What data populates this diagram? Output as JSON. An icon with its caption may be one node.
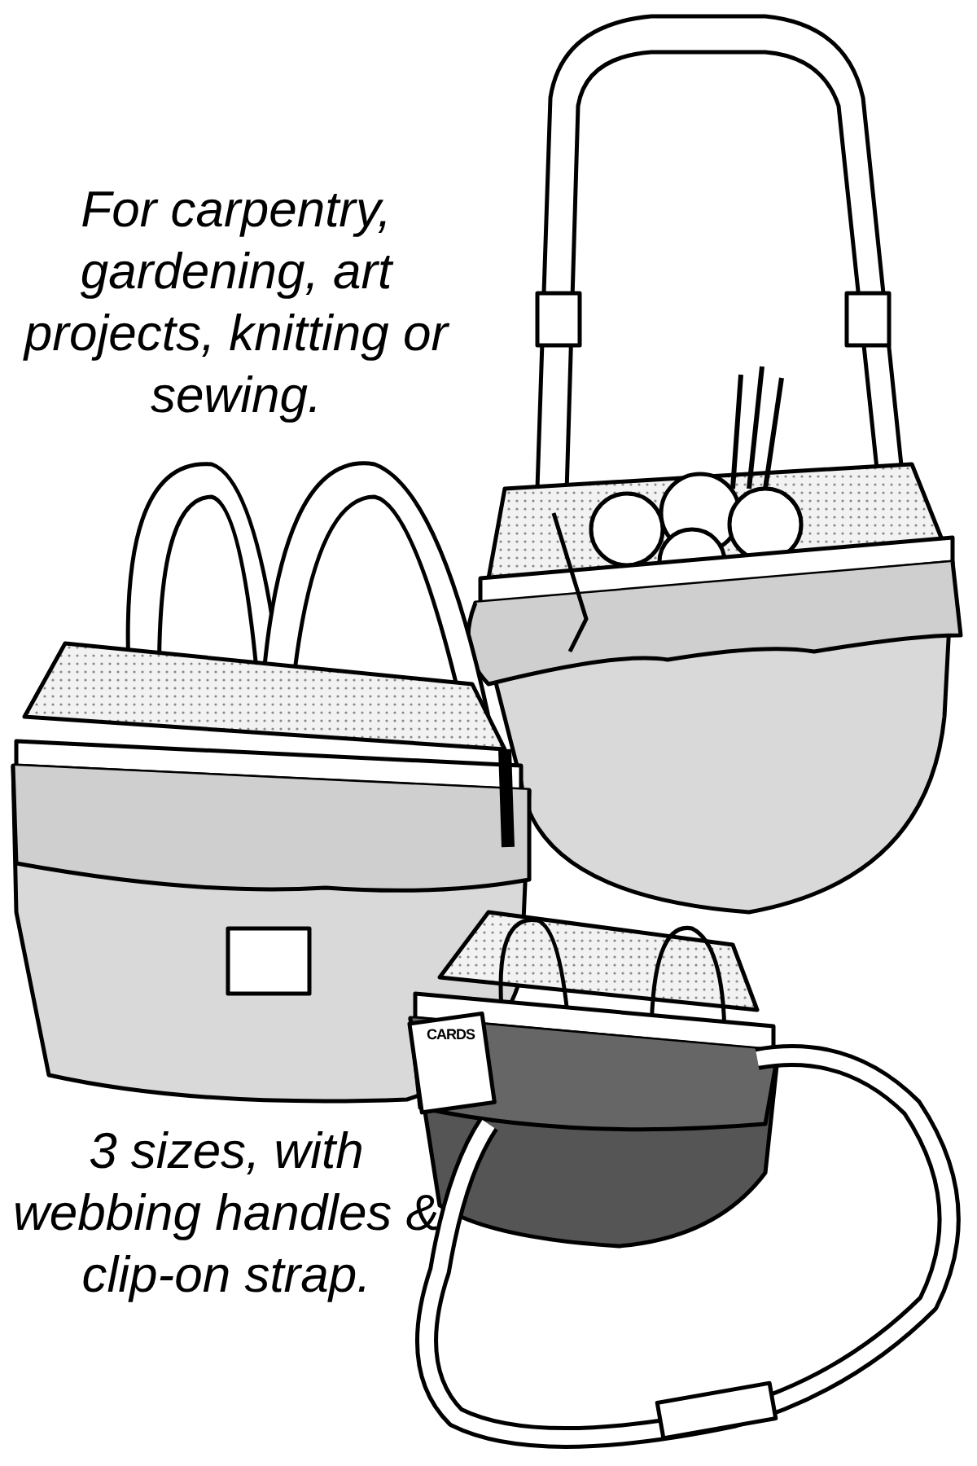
{
  "diagram": {
    "labels": [
      "For carpentry, gardening, art projects, knitting or sewing.",
      "3 sizes, with webbing handles & clip-on strap.",
      "CARDS"
    ]
  }
}
